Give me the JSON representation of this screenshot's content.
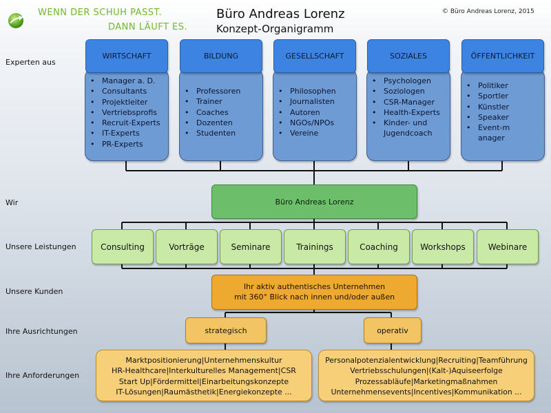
{
  "header": {
    "slogan_line1": "WENN DER SCHUH PASST.",
    "slogan_line2": "DANN LÄUFT ES.",
    "title": "Büro Andreas Lorenz",
    "subtitle": "Konzept-Organigramm",
    "copyright": "© Büro Andreas Lorenz, 2015",
    "logo_icon": "green-arrow-globe-icon"
  },
  "row_labels": {
    "experts": "Experten aus",
    "we": "Wir",
    "services": "Unsere Leistungen",
    "customers": "Unsere Kunden",
    "orientations": "Ihre Ausrichtungen",
    "requirements": "Ihre Anforderungen"
  },
  "categories": [
    {
      "title": "WIRTSCHAFT",
      "items": [
        "Manager a. D.",
        "Consultants",
        "Projektleiter",
        "Vertriebsprofis",
        "Recruit-Experts",
        "IT-Experts",
        "PR-Experts"
      ]
    },
    {
      "title": "BILDUNG",
      "items": [
        "Professoren",
        "Trainer",
        "Coaches",
        "Dozenten",
        "Studenten"
      ]
    },
    {
      "title": "GESELLSCHAFT",
      "items": [
        "Philosophen",
        "Journalisten",
        "Autoren",
        "NGOs/NPOs",
        "Vereine"
      ]
    },
    {
      "title": "SOZIALES",
      "items": [
        "Psychologen",
        "Soziologen",
        "CSR-Manager",
        "Health-Experts",
        "Kinder- und Jugendcoach"
      ]
    },
    {
      "title": "ÖFFENTLICHKEIT",
      "items": [
        "Politiker",
        "Sportler",
        "Künstler",
        "Speaker",
        "Event-manager"
      ]
    }
  ],
  "center": {
    "label": "Büro Andreas Lorenz"
  },
  "services": [
    "Consulting",
    "Vorträge",
    "Seminare",
    "Trainings",
    "Coaching",
    "Workshops",
    "Webinare"
  ],
  "customer": {
    "line1": "Ihr aktiv authentisches Unternehmen",
    "line2": "mit 360° Blick nach innen und/oder außen"
  },
  "orientations": [
    "strategisch",
    "operativ"
  ],
  "requirements": {
    "strategic": [
      "Marktpositionierung|Unternehmenskultur",
      "HR-Healthcare|Interkulturelles Management|CSR",
      "Start Up|Fördermittel|Einarbeitungskonzepte",
      "IT-Lösungen|Raumästhetik|Energiekonzepte ..."
    ],
    "operative": [
      "Personalpotenzialentwicklung|Recruiting|Teamführung",
      "Vertriebsschulungen|(Kalt-)Aquiseerfolge",
      "Prozessabläufe|Marketingmaßnahmen",
      "Unternehmensevents|Incentives|Kommunikation ..."
    ]
  },
  "colors": {
    "category_head": "#3d84e2",
    "category_body": "#6e9bd4",
    "center": "#6dbe6a",
    "service": "#c8eaa6",
    "customer": "#eea930",
    "orientation": "#f3c463",
    "requirement": "#f8cf79",
    "slogan": "#6fb92b"
  }
}
